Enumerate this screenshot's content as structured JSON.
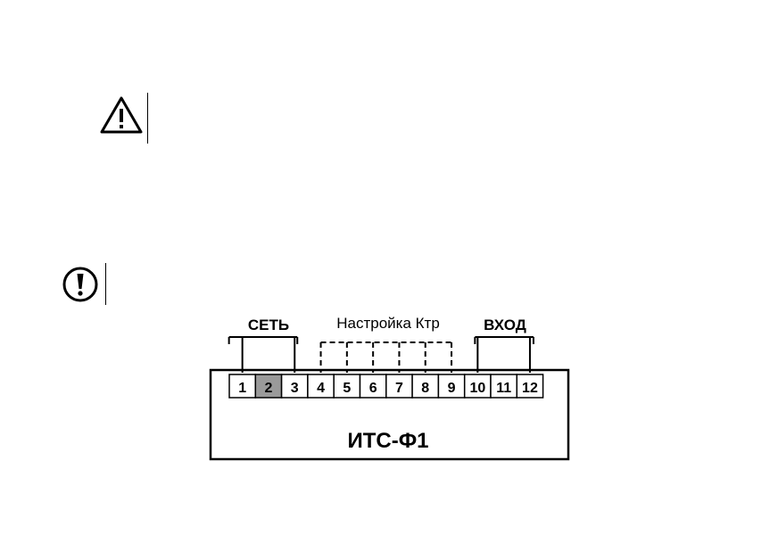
{
  "icons": {
    "warning": "warning-triangle-icon",
    "attention": "exclamation-circle-icon"
  },
  "diagram": {
    "device_name": "ИТС-Ф1",
    "groups": [
      {
        "label": "СЕТЬ",
        "bold": true,
        "dashed": false
      },
      {
        "label": "Настройка Ктр",
        "bold": false,
        "dashed": true
      },
      {
        "label": "ВХОД",
        "bold": true,
        "dashed": false
      }
    ],
    "terminals": [
      "1",
      "2",
      "3",
      "4",
      "5",
      "6",
      "7",
      "8",
      "9",
      "10",
      "11",
      "12"
    ],
    "highlighted_terminal": "2",
    "highlight_color": "#9a9a9a"
  }
}
